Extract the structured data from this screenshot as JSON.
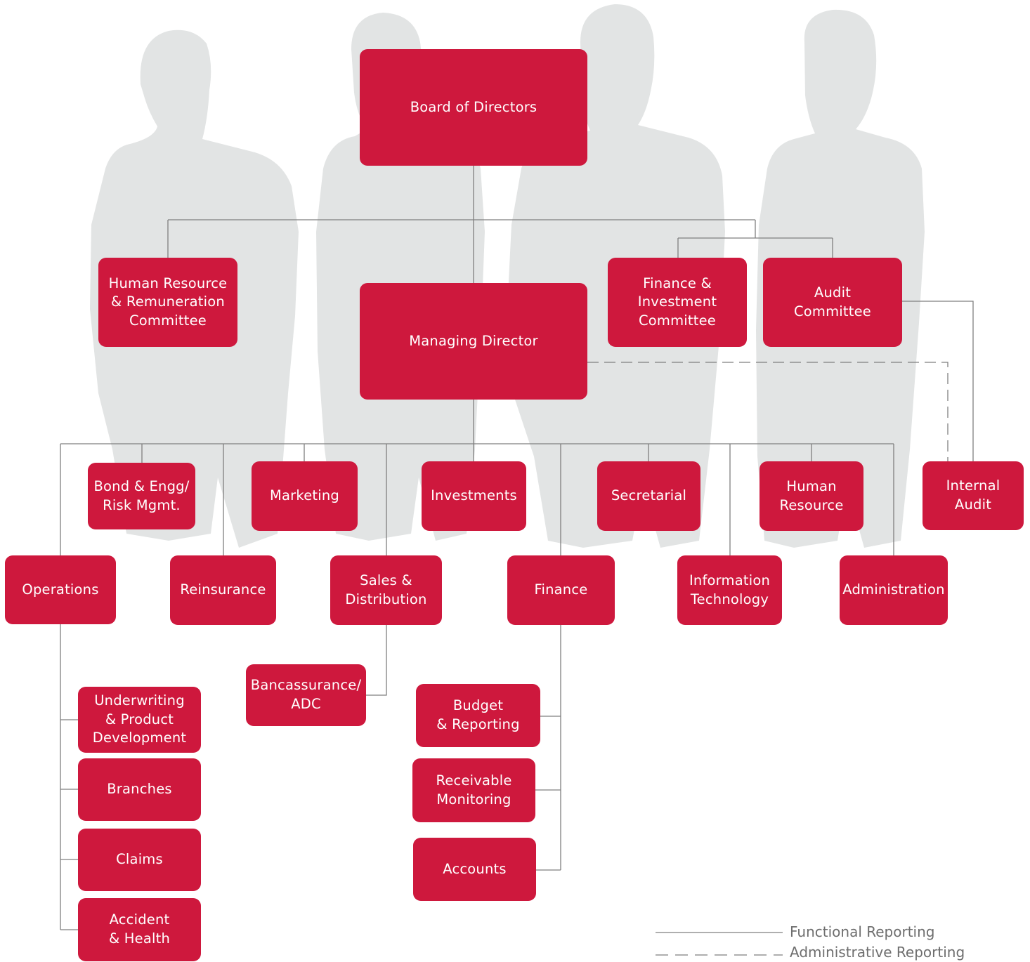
{
  "colors": {
    "node_fill": "#CE183D",
    "node_text": "#FFFFFF",
    "functional_line": "#7F7F7F",
    "administrative_line": "#7F7F7F",
    "legend_text": "#6E6E6E",
    "silhouette": "#E2E4E4"
  },
  "background": {
    "image": "grey silhouettes of four business people"
  },
  "nodes": {
    "board": "Board of Directors",
    "hr_committee": "Human Resource\n& Remuneration\nCommittee",
    "managing_director": "Managing Director",
    "finance_committee": "Finance &\nInvestment\nCommittee",
    "audit_committee": "Audit\nCommittee",
    "bond_risk": "Bond & Engg/\nRisk Mgmt.",
    "marketing": "Marketing",
    "investments": "Investments",
    "secretarial": "Secretarial",
    "human_resource": "Human\nResource",
    "internal_audit": "Internal\nAudit",
    "operations": "Operations",
    "reinsurance": "Reinsurance",
    "sales_distribution": "Sales &\nDistribution",
    "finance": "Finance",
    "information_technology": "Information\nTechnology",
    "administration": "Administration",
    "bancassurance": "Bancassurance/\nADC",
    "underwriting": "Underwriting\n&  Product\nDevelopment",
    "branches": "Branches",
    "claims": "Claims",
    "accident_health": "Accident\n& Health",
    "budget_reporting": "Budget\n& Reporting",
    "receivable_monitoring": "Receivable\nMonitoring",
    "accounts": "Accounts"
  },
  "legend": {
    "functional": "Functional Reporting",
    "administrative": "Administrative Reporting"
  }
}
